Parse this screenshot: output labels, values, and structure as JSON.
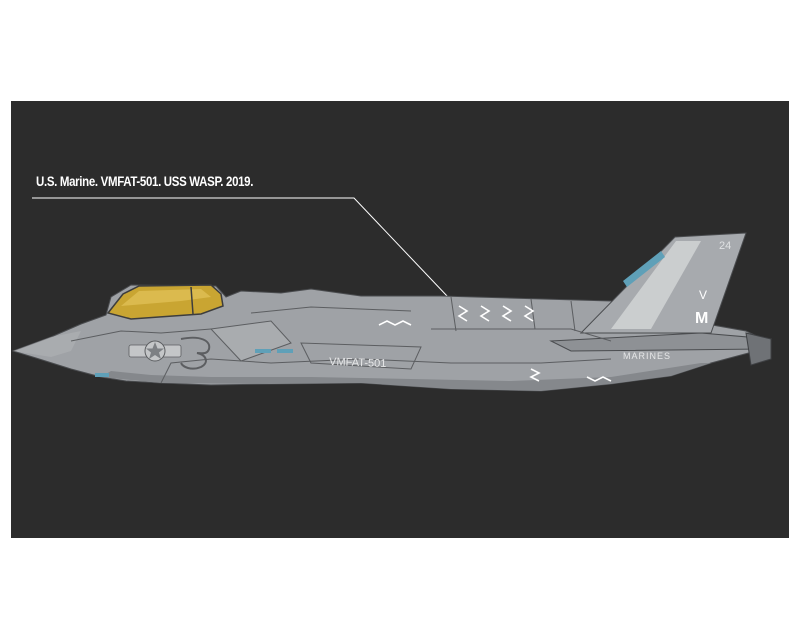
{
  "profile": {
    "caption": "U.S. Marine. VMFAT-501. USS WASP. 2019.",
    "markings": {
      "tail_number": "24",
      "tail_code_top": "V",
      "tail_code_bottom": "M",
      "fuselage_unit": "VMFAT-501",
      "aft_service": "MARINES"
    },
    "colors": {
      "background": "#2c2c2c",
      "airframe": "#9fa2a6",
      "airframe_dark": "#7d8084",
      "canopy": "#c9a532",
      "accent_blue": "#5fa0b8"
    }
  }
}
